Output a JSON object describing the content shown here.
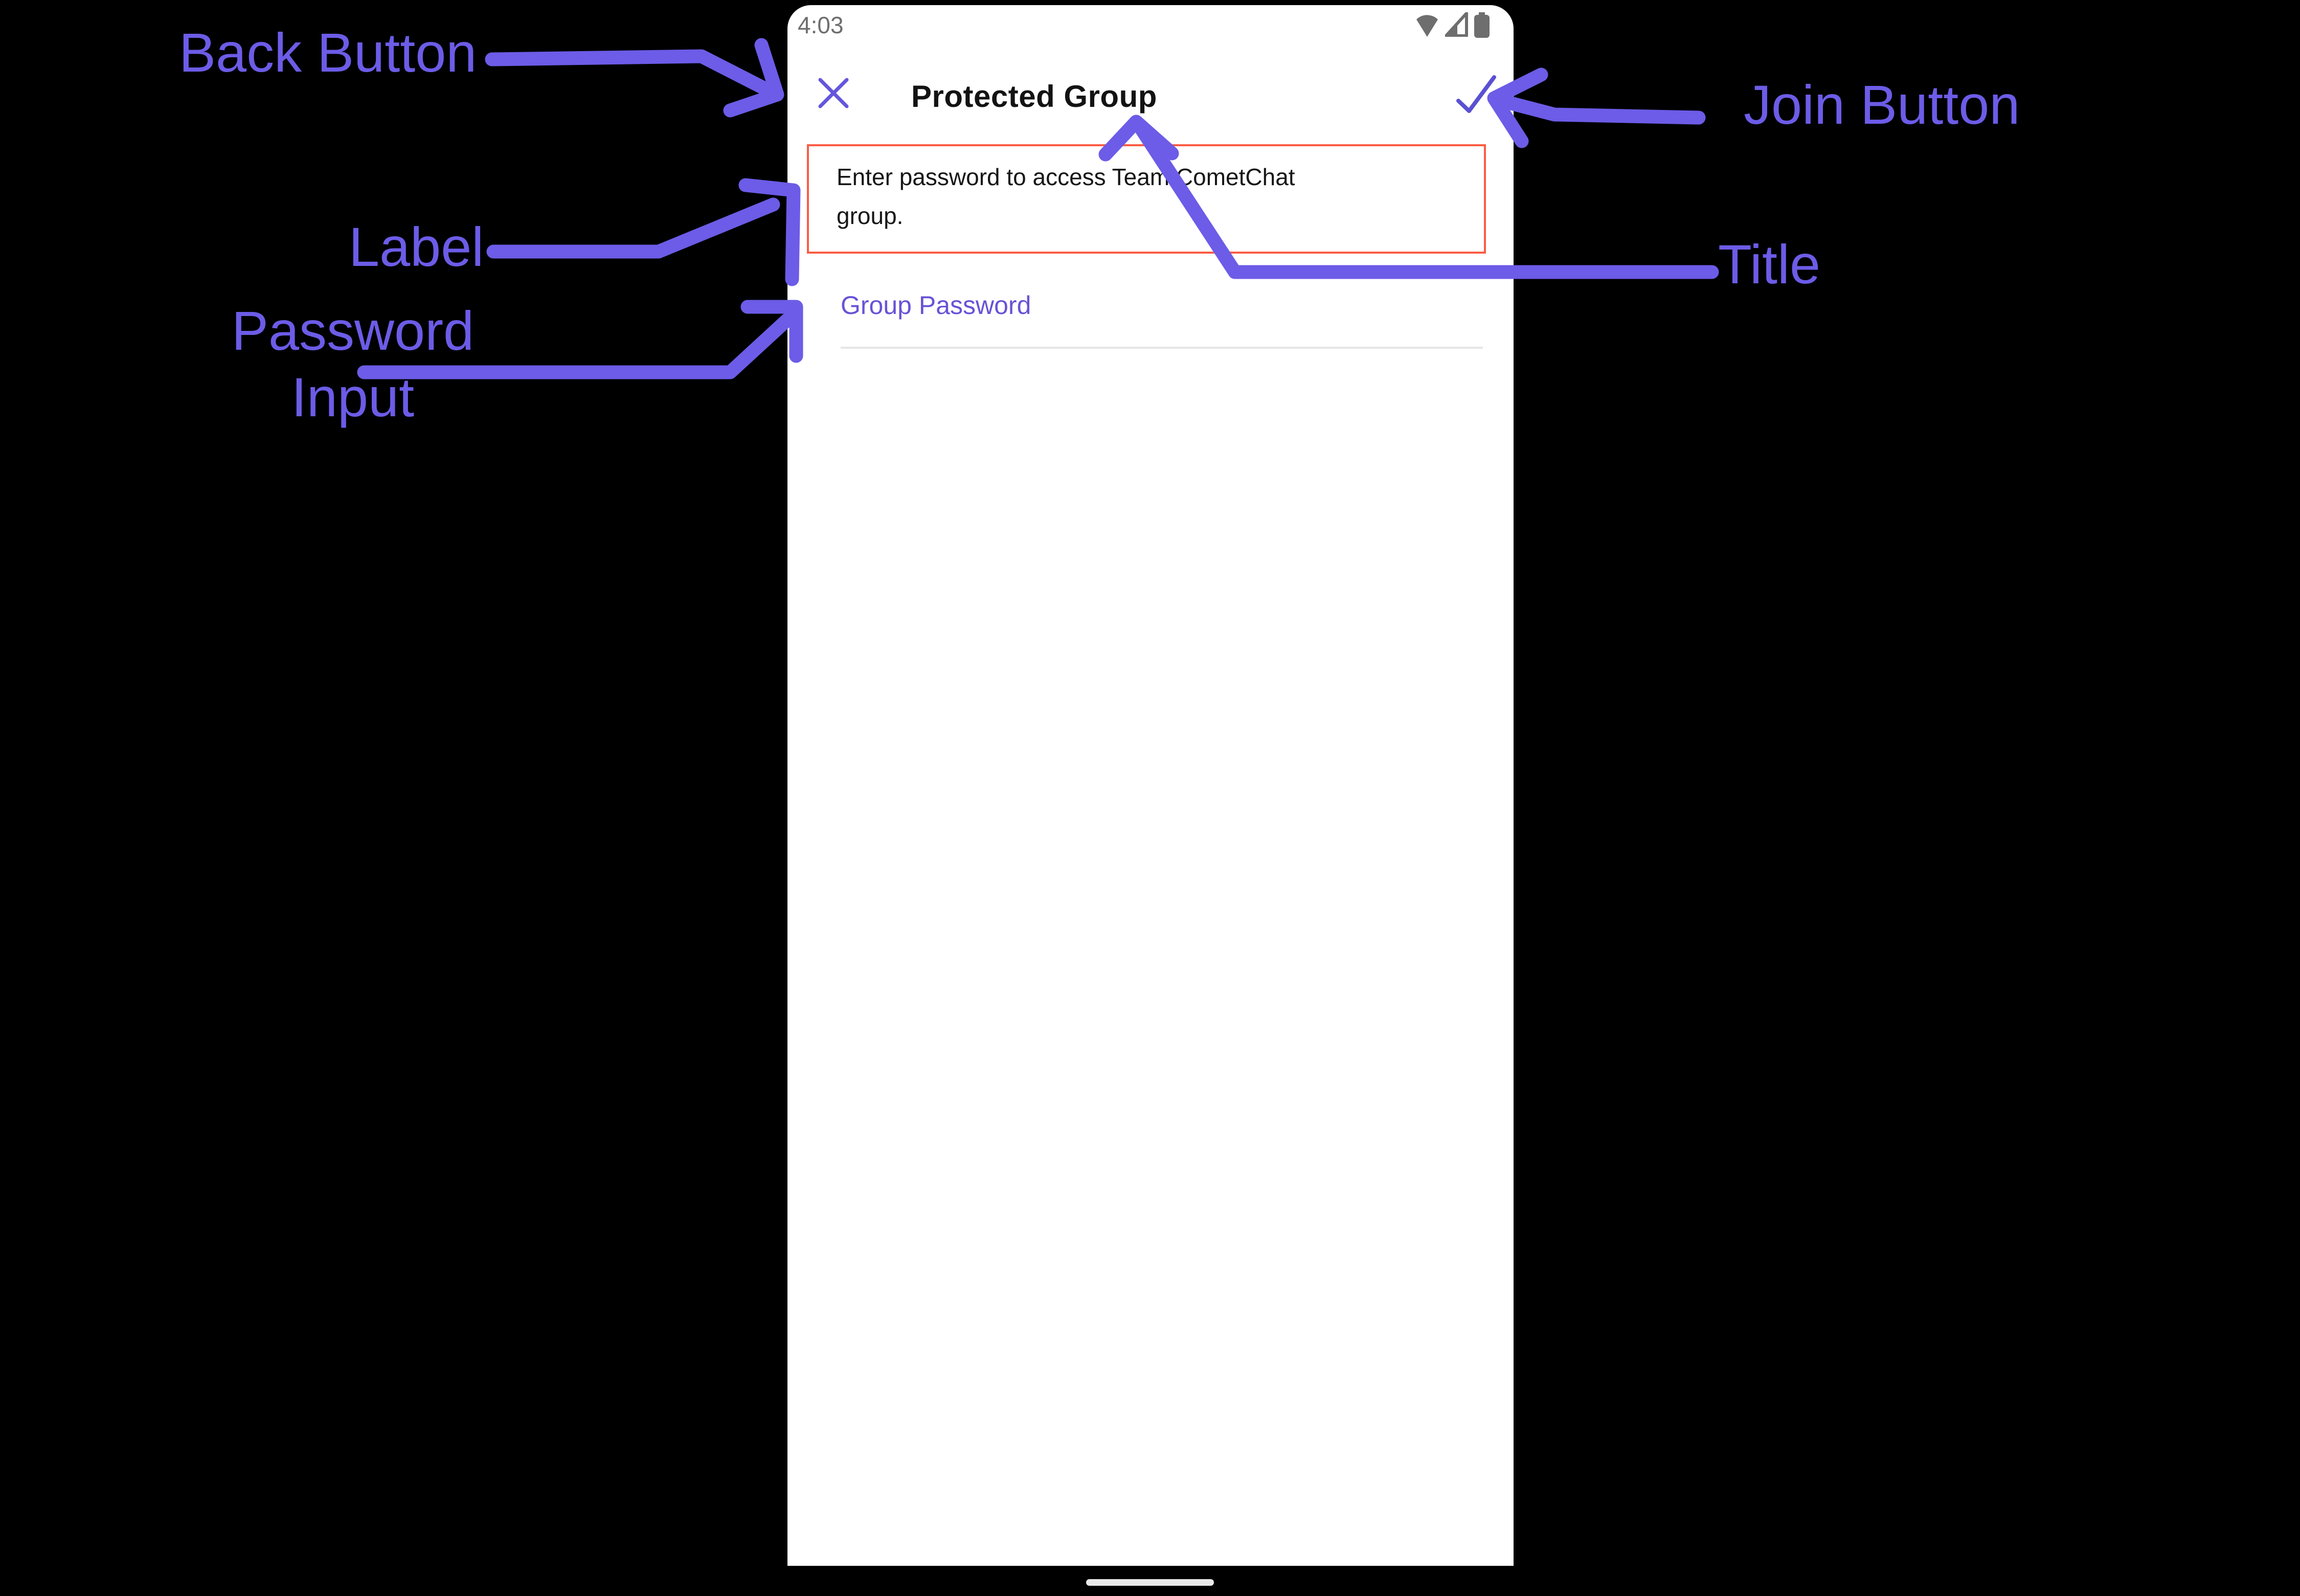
{
  "phone": {
    "status_bar": {
      "time": "4:03",
      "icons": [
        "wifi-icon",
        "cell-signal-icon",
        "battery-icon"
      ],
      "icon_color": "#6E6E6E"
    },
    "header": {
      "close_icon": "close-x-icon",
      "title": "Protected Group",
      "confirm_icon": "checkmark-icon",
      "accent_color": "#6852D6"
    },
    "highlight_box": {
      "text": "Enter password to access Team CometChat group.",
      "border_color": "#FB5D45"
    },
    "form": {
      "password_label": "Group Password",
      "password_value": "",
      "accent_color": "#6852D6",
      "underline_color": "#E6E6E6"
    },
    "home_indicator": "home-indicator-bar"
  },
  "annotations": {
    "arrow_color": "#6C5CE7",
    "back_button": "Back Button",
    "join_button": "Join Button",
    "label": "Label",
    "password_input_line1": "Password",
    "password_input_line2": "Input",
    "title": "Title"
  }
}
